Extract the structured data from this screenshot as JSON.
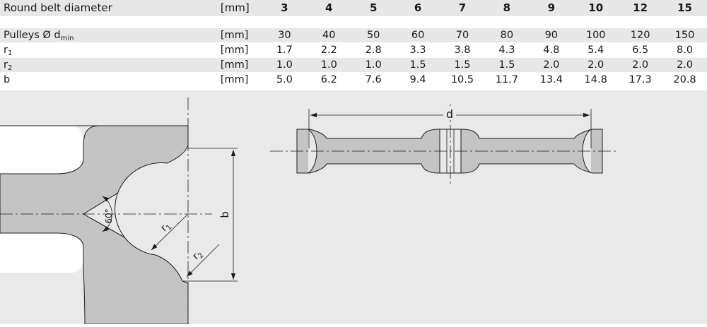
{
  "table": {
    "header": {
      "label": "Round belt diameter",
      "unit": "[mm]",
      "values": [
        "3",
        "4",
        "5",
        "6",
        "7",
        "8",
        "9",
        "10",
        "12",
        "15"
      ]
    },
    "rows": [
      {
        "label": "Pulleys Ø d",
        "sub": "min",
        "unit": "[mm]",
        "values": [
          "30",
          "40",
          "50",
          "60",
          "70",
          "80",
          "90",
          "100",
          "120",
          "150"
        ]
      },
      {
        "label": "r",
        "sub": "1",
        "unit": "[mm]",
        "values": [
          "1.7",
          "2.2",
          "2.8",
          "3.3",
          "3.8",
          "4.3",
          "4.8",
          "5.4",
          "6.5",
          "8.0"
        ]
      },
      {
        "label": "r",
        "sub": "2",
        "unit": "[mm]",
        "values": [
          "1.0",
          "1.0",
          "1.0",
          "1.5",
          "1.5",
          "1.5",
          "2.0",
          "2.0",
          "2.0",
          "2.0"
        ]
      },
      {
        "label": "b",
        "sub": "",
        "unit": "[mm]",
        "values": [
          "5.0",
          "6.2",
          "7.6",
          "9.4",
          "10.5",
          "11.7",
          "13.4",
          "14.8",
          "17.3",
          "20.8"
        ]
      }
    ]
  },
  "diagram": {
    "angle_label": "60°",
    "r1_letter": "r",
    "r1_sub": "1",
    "r2_letter": "r",
    "r2_sub": "2",
    "b_label": "b",
    "d_label": "d"
  },
  "colors": {
    "body_fill": "#c4c4c4",
    "background": "#e9e9e9",
    "shade_row": "#e7e7e7",
    "line": "#1a1a1a"
  }
}
